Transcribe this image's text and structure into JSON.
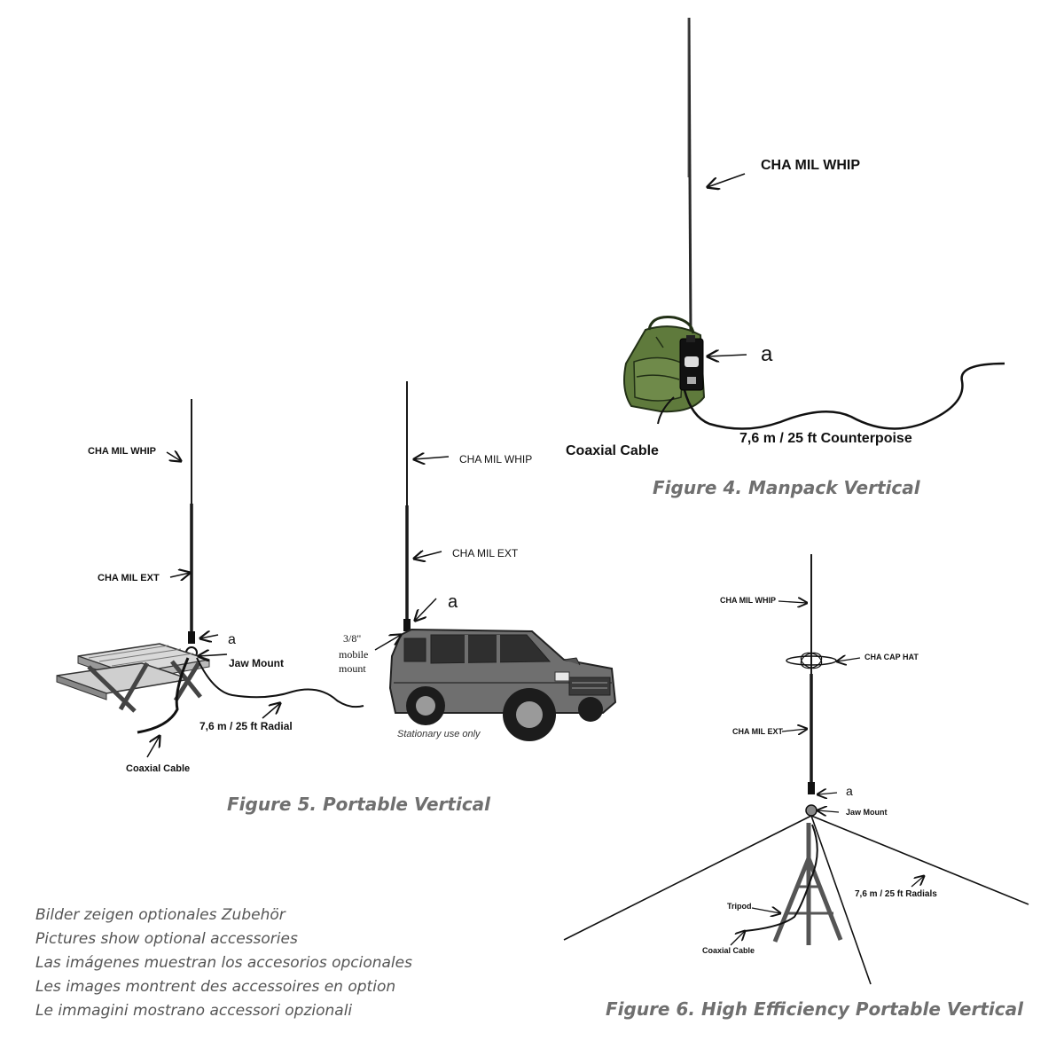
{
  "fig4": {
    "whip_label": "CHA MIL WHIP",
    "a_label": "a",
    "coax_label": "Coaxial Cable",
    "counterpoise_label": "7,6 m / 25 ft Counterpoise",
    "caption": "Figure 4. Manpack Vertical"
  },
  "fig5": {
    "table_whip_label": "CHA MIL WHIP",
    "table_ext_label": "CHA MIL EXT",
    "table_a_label": "a",
    "jaw_mount_label": "Jaw Mount",
    "radial_label": "7,6 m / 25 ft Radial",
    "coax_label": "Coaxial Cable",
    "car_whip_label": "CHA MIL WHIP",
    "car_ext_label": "CHA MIL EXT",
    "car_a_label": "a",
    "mount_label_1": "3/8\"",
    "mount_label_2": "mobile",
    "mount_label_3": "mount",
    "stationary_label": "Stationary use only",
    "caption": "Figure 5. Portable Vertical"
  },
  "fig6": {
    "whip_label": "CHA MIL WHIP",
    "cap_hat_label": "CHA CAP HAT",
    "ext_label": "CHA MIL EXT",
    "a_label": "a",
    "jaw_mount_label": "Jaw Mount",
    "radials_label": "7,6 m / 25 ft Radials",
    "tripod_label": "Tripod",
    "coax_label": "Coaxial Cable",
    "caption": "Figure 6. High Efficiency Portable Vertical"
  },
  "notes": [
    "Bilder zeigen optionales Zubehör",
    "Pictures show optional accessories",
    "Las imágenes muestran los accesorios opcionales",
    "Les images montrent des accessoires en option",
    "Le immagini mostrano accessori opzionali"
  ],
  "colors": {
    "backpack": "#5f7a3c",
    "car_body": "#6f6f6f",
    "caption": "#6f6f6f"
  }
}
